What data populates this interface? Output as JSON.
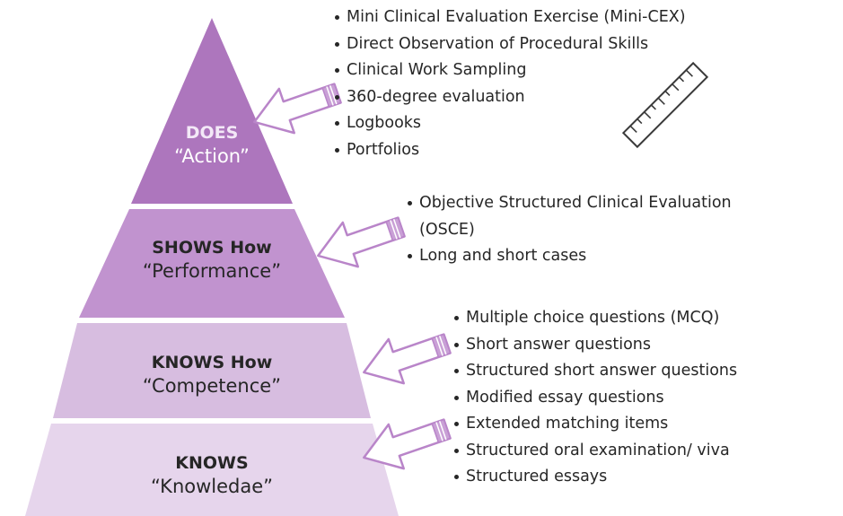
{
  "pyramid": {
    "levels": [
      {
        "title": "DOES",
        "subtitle": "“Action”",
        "color": "#ad76bd"
      },
      {
        "title": "SHOWS How",
        "subtitle": "“Performance”",
        "color": "#c193cf"
      },
      {
        "title": "KNOWS How",
        "subtitle": "“Competence”",
        "color": "#d7bde0"
      },
      {
        "title": "KNOWS",
        "subtitle": "“Knowledae”",
        "color": "#e6d5ec"
      }
    ]
  },
  "assessments": {
    "does": [
      "Mini Clinical Evaluation Exercise (Mini-CEX)",
      "Direct Observation of Procedural Skills",
      "Clinical Work Sampling",
      "360-degree evaluation",
      "Logbooks",
      "Portfolios"
    ],
    "shows_how": [
      "Objective Structured Clinical Evaluation",
      "(OSCE)",
      "Long and short cases"
    ],
    "knows_how_and_knows": [
      "Multiple choice questions (MCQ)",
      "Short answer questions",
      "Structured short answer questions",
      "Modified essay questions",
      "Extended matching items",
      "Structured oral examination/ viva",
      "Structured essays"
    ]
  },
  "icons": {
    "ruler": "ruler-icon",
    "arrow": "hollow-arrow-icon"
  },
  "colors": {
    "arrow_stroke": "#b985c9",
    "arrow_fill": "#ffffff",
    "text": "#262626"
  }
}
